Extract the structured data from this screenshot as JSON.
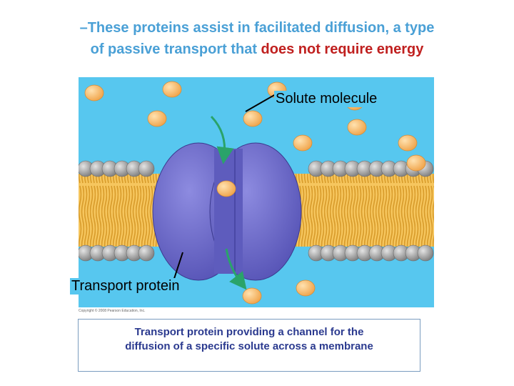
{
  "headline": {
    "line1": "–These proteins assist in facilitated diffusion, a type",
    "line2_start": "of passive transport that ",
    "line2_highlight": "does not require energy"
  },
  "figure": {
    "labels": {
      "solute": "Solute molecule",
      "transport": "Transport protein"
    },
    "copyright": "Copyright © 2008 Pearson Education, Inc."
  },
  "caption": {
    "line1": "Transport protein providing a channel for the",
    "line2": "diffusion of a specific solute across a membrane"
  },
  "colors": {
    "headline": "#4aa0d6",
    "highlight": "#c0201f",
    "background": "#57c7ef",
    "protein": "#6e6cc8",
    "arrow": "#2aa36a",
    "solute": "#f4b05a"
  }
}
